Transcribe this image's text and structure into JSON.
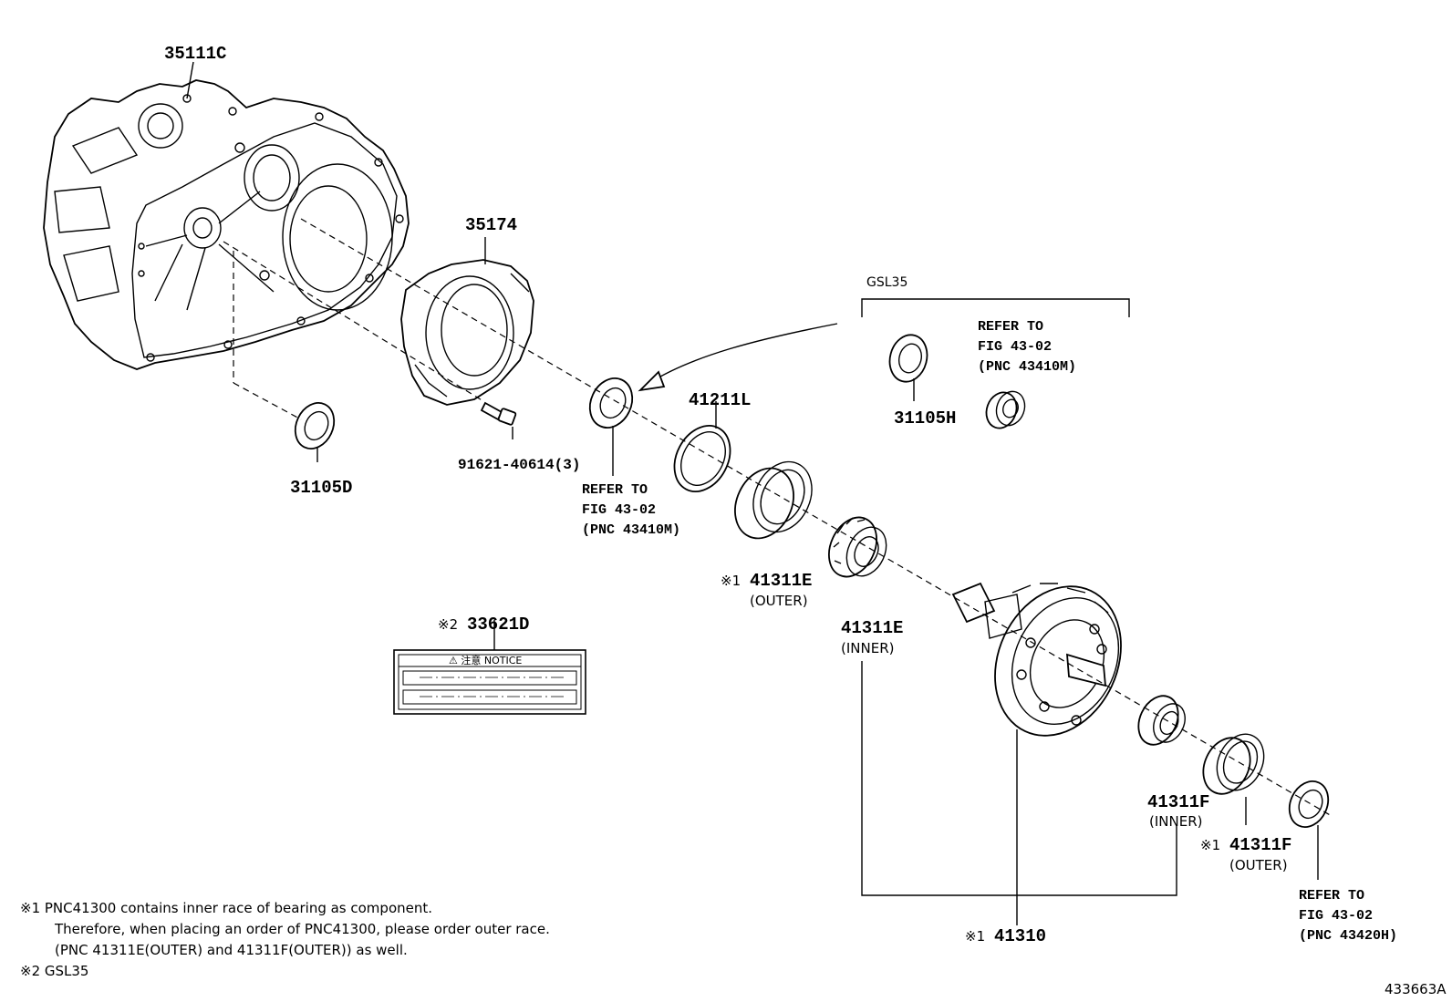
{
  "labels": {
    "case": "35111C",
    "cover": "35174",
    "seal_left": "31105D",
    "bolt": "91621-40614(3)",
    "shim": "41211L",
    "seal_h": "31105H",
    "bearing_e_outer_mark": "※1",
    "bearing_e_outer": "41311E",
    "bearing_e_outer_sub": "(OUTER)",
    "bearing_e_inner": "41311E",
    "bearing_e_inner_sub": "(INNER)",
    "label_mark": "※2",
    "label": "33621D",
    "bearing_f_inner": "41311F",
    "bearing_f_inner_sub": "(INNER)",
    "bearing_f_outer_mark": "※1",
    "bearing_f_outer": "41311F",
    "bearing_f_outer_sub": "(OUTER)",
    "diff_mark": "※1",
    "diff": "41310",
    "group": "GSL35",
    "notice": "⚠ 注意  NOTICE"
  },
  "refs": {
    "ref1": [
      "REFER TO",
      "FIG 43-02",
      "(PNC 43410M)"
    ],
    "ref2": [
      "REFER TO",
      "FIG 43-02",
      "(PNC 43410M)"
    ],
    "ref3": [
      "REFER TO",
      "FIG 43-02",
      "(PNC 43420H)"
    ]
  },
  "footnotes": [
    "※1 PNC41300 contains inner race of bearing as component.",
    "Therefore, when placing an order of PNC41300, please order outer race.",
    "(PNC 41311E(OUTER) and 41311F(OUTER)) as well.",
    "※2 GSL35"
  ],
  "figure_id": "433663A"
}
